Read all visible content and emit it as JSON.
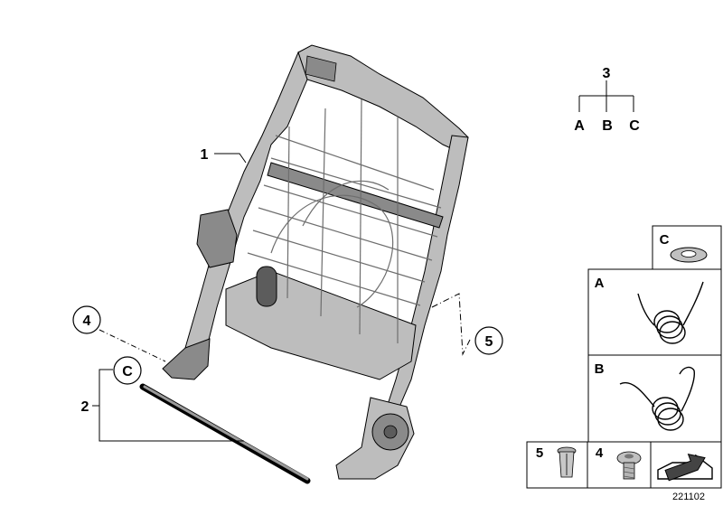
{
  "callouts": {
    "frame": "1",
    "rod_bracket": "2",
    "spring_set": "3",
    "screw_left": "4",
    "nut_right": "5",
    "clip_c": "C"
  },
  "tree": {
    "root": "3",
    "children": [
      "A",
      "B",
      "C"
    ]
  },
  "parts_panel": {
    "clip": "C",
    "spring_a": "A",
    "spring_b": "B",
    "rivet_nut": "5",
    "screw": "4"
  },
  "doc_number": "221102",
  "colors": {
    "line": "#000000",
    "frame_fill": "#bdbdbd",
    "frame_shade": "#8a8a8a",
    "frame_dark": "#5c5c5c",
    "wire": "#6e6e6e"
  }
}
